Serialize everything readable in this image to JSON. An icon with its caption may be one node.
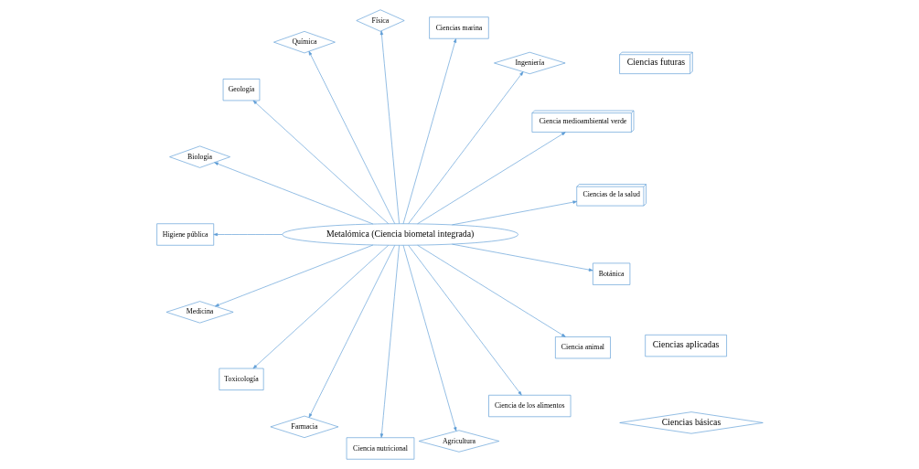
{
  "diagram": {
    "nodes": [
      {
        "text": [
          "Ciencias de la salud"
        ]
      },
      {
        "text": [
          "Ciencias futuras"
        ]
      },
      {
        "text": [
          "Ciencias básicas"
        ]
      },
      {
        "text": [
          "Ciencia medioambiental verde"
        ]
      },
      {
        "text": [
          "Ingeniería"
        ]
      },
      {
        "text": [
          "Ciencias marina"
        ]
      },
      {
        "text": [
          "Física"
        ]
      },
      {
        "text": [
          "Metalómica (Ciencia biometal integrada)"
        ]
      },
      {
        "text": [
          "Química"
        ]
      },
      {
        "text": [
          "Geología"
        ]
      },
      {
        "text": [
          "Biología"
        ]
      },
      {
        "text": [
          "Higiene pública"
        ]
      },
      {
        "text": [
          "Medicina"
        ]
      },
      {
        "text": [
          "Toxicología"
        ]
      },
      {
        "text": [
          "Ciencias aplicadas"
        ]
      },
      {
        "text": [
          "Farmacia"
        ]
      },
      {
        "text": [
          "Ciencia nutricional"
        ]
      },
      {
        "text": [
          "Agricultura"
        ]
      },
      {
        "text": [
          "Ciencia de los alimentos"
        ]
      },
      {
        "text": [
          "Ciencia animal"
        ]
      },
      {
        "text": [
          "Botánica"
        ]
      }
    ],
    "edges": [
      {
        "from": 7,
        "to": 0,
        "arrow": "to"
      },
      {
        "from": 7,
        "to": 3,
        "arrow": "to"
      },
      {
        "from": 7,
        "to": 5,
        "arrow": "to"
      },
      {
        "from": 7,
        "to": 9,
        "arrow": "to"
      },
      {
        "from": 7,
        "to": 11,
        "arrow": "to"
      },
      {
        "from": 7,
        "to": 13,
        "arrow": "to"
      },
      {
        "from": 7,
        "to": 16,
        "arrow": "to"
      },
      {
        "from": 7,
        "to": 18,
        "arrow": "to"
      },
      {
        "from": 7,
        "to": 19,
        "arrow": "to"
      },
      {
        "from": 7,
        "to": 20,
        "arrow": "to"
      },
      {
        "from": 7,
        "to": 17,
        "arrow": "to"
      },
      {
        "from": 7,
        "to": 15,
        "arrow": "to"
      },
      {
        "from": 7,
        "to": 12,
        "arrow": "to"
      },
      {
        "from": 7,
        "to": 10,
        "arrow": "to"
      },
      {
        "from": 7,
        "to": 8,
        "arrow": "to"
      },
      {
        "from": 7,
        "to": 6,
        "arrow": "to"
      },
      {
        "from": 7,
        "to": 4,
        "arrow": "to"
      }
    ]
  }
}
